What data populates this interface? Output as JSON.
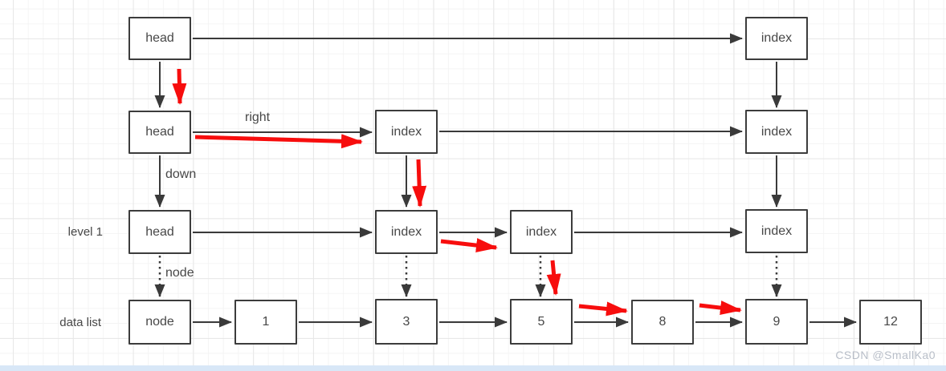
{
  "diagram_type": "skip-list structure diagram",
  "colors": {
    "box_border": "#3c3c3c",
    "arrow_black": "#3a3a3a",
    "arrow_red": "#f70d0d",
    "grid_minor": "#f4f4f4",
    "grid_major": "#e7e7e7",
    "watermark_gray": "#b8bec8",
    "bottom_strip_blue": "#d8e7f7"
  },
  "labels": {
    "level1": "level 1",
    "datalist": "data list",
    "right": "right",
    "down": "down",
    "node": "node"
  },
  "watermark": "CSDN @SmallKa0",
  "boxes": [
    {
      "id": "head-top",
      "label": "head"
    },
    {
      "id": "index-top",
      "label": "index"
    },
    {
      "id": "head-mid",
      "label": "head"
    },
    {
      "id": "index-mid-1",
      "label": "index"
    },
    {
      "id": "index-mid-2",
      "label": "index"
    },
    {
      "id": "head-level1",
      "label": "head"
    },
    {
      "id": "index-l1-a",
      "label": "index"
    },
    {
      "id": "index-l1-b",
      "label": "index"
    },
    {
      "id": "index-l1-c",
      "label": "index"
    },
    {
      "id": "node-head",
      "label": "node"
    },
    {
      "id": "data-1",
      "label": "1"
    },
    {
      "id": "data-3",
      "label": "3"
    },
    {
      "id": "data-5",
      "label": "5"
    },
    {
      "id": "data-8",
      "label": "8"
    },
    {
      "id": "data-9",
      "label": "9"
    },
    {
      "id": "data-12",
      "label": "12"
    }
  ]
}
